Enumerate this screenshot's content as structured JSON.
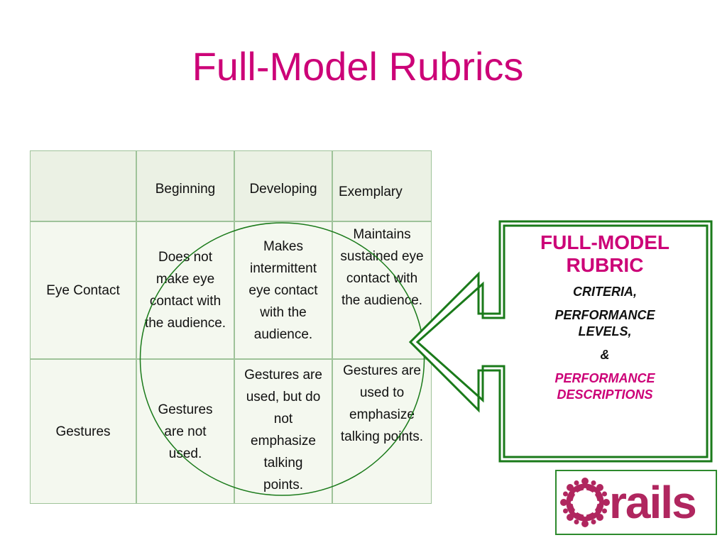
{
  "title": "Full-Model Rubrics",
  "rubric": {
    "levels": [
      "Beginning",
      "Developing",
      "Exemplary"
    ],
    "rows": [
      {
        "criterion": "Eye Contact",
        "cells": [
          "Does not make eye contact with the audience.",
          "Makes intermittent eye contact with the audience.",
          "Maintains sustained eye contact with the audience."
        ]
      },
      {
        "criterion": "Gestures",
        "cells": [
          "Gestures are not used.",
          "Gestures are used, but do not emphasize talking points.",
          "Gestures are used to emphasize talking points."
        ]
      }
    ]
  },
  "callout": {
    "title": "FULL-MODEL RUBRIC",
    "line1": "CRITERIA,",
    "line2": "PERFORMANCE LEVELS,",
    "line3": "&",
    "line4": "PERFORMANCE DESCRIPTIONS"
  },
  "logo": {
    "text": "rails"
  },
  "colors": {
    "accent": "#cc0077",
    "arrow": "#1a7a1a",
    "table_border": "#9fc39a",
    "table_fill": "#ebf1e4",
    "logo": "#b0265f"
  },
  "icons": {
    "logo_mark": "rails-logo-ring-icon",
    "callout_shape": "left-arrow-callout"
  }
}
